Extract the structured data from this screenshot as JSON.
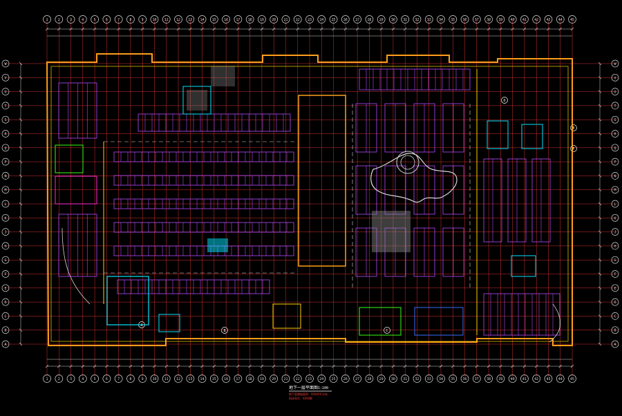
{
  "drawing": {
    "title": "地下一层平面图",
    "scale": "1:100",
    "notes": [
      "地下室建筑面积：XXXXX平方米",
      "机动车位：XXXX辆"
    ]
  },
  "colors": {
    "background": "#000000",
    "axis": "#ff3b3b",
    "dim": "#d9d9d9",
    "wall_outer": "#ff9f1a",
    "wall_inner": "#ffd200",
    "parking": "#b44bff",
    "cyan": "#00e5ff",
    "green": "#39ff14",
    "blue": "#3a6bff",
    "white": "#ffffff",
    "magenta": "#ff2bd6",
    "hatch": "#8a8a8a"
  },
  "grid": {
    "top_labels": [
      "1",
      "2",
      "3",
      "4",
      "5",
      "6",
      "7",
      "8",
      "9",
      "10",
      "11",
      "12",
      "13",
      "14",
      "15",
      "16",
      "17",
      "18",
      "19",
      "20",
      "21",
      "22",
      "23",
      "24",
      "25",
      "26",
      "27",
      "28",
      "29",
      "30",
      "31",
      "32",
      "33",
      "34",
      "35",
      "36",
      "37",
      "38",
      "39",
      "40",
      "41",
      "42",
      "43",
      "44",
      "45"
    ],
    "left_labels": [
      "W",
      "V",
      "U",
      "T",
      "S",
      "R",
      "Q",
      "P",
      "N",
      "M",
      "L",
      "K",
      "J",
      "H",
      "G",
      "F",
      "E",
      "D",
      "C",
      "B",
      "A"
    ],
    "section_marks": [
      "A",
      "B",
      "C",
      "D",
      "E",
      "F"
    ]
  }
}
